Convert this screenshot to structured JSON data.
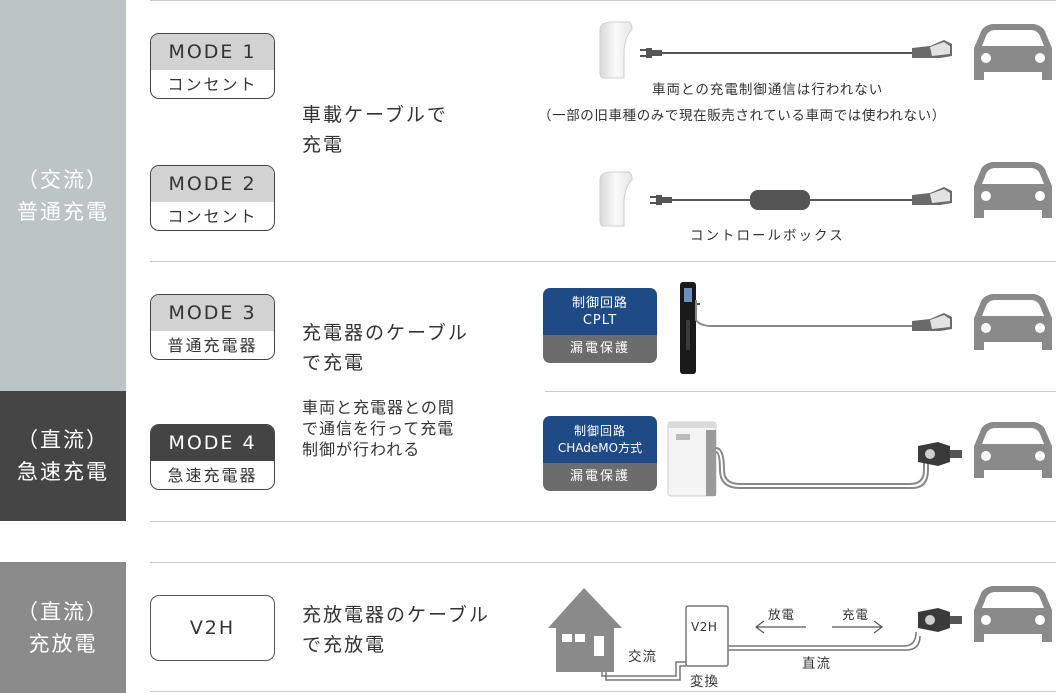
{
  "sides": {
    "normal": {
      "line1": "（交流）",
      "line2": "普通充電"
    },
    "quick": {
      "line1": "（直流）",
      "line2": "急速充電"
    },
    "v2h": {
      "line1": "（直流）",
      "line2": "充放電"
    }
  },
  "modes": {
    "mode1": {
      "title": "MODE 1",
      "sub": "コンセント"
    },
    "mode2": {
      "title": "MODE 2",
      "sub": "コンセント"
    },
    "mode3": {
      "title": "MODE 3",
      "sub": "普通充電器"
    },
    "mode4": {
      "title": "MODE 4",
      "sub": "急速充電器"
    },
    "v2h": {
      "title": "V2H"
    }
  },
  "descriptions": {
    "vehicle_cable": [
      "車載ケーブルで",
      "充電"
    ],
    "charger_cable": [
      "充電器のケーブル",
      "で充電"
    ],
    "communication": [
      "車両と充電器との間",
      "で通信を行って充電",
      "制御が行われる"
    ],
    "v2h_cable": [
      "充放電器のケーブル",
      "で充放電"
    ]
  },
  "annotations": {
    "no_comm": "車両との充電制御通信は行われない",
    "old_models": "（一部の旧車種のみで現在販売されている車両では使われない）",
    "control_box": "コントロールボックス"
  },
  "control_boxes": {
    "mode3": {
      "line1": "制御回路",
      "line2": "CPLT",
      "bottom": "漏電保護"
    },
    "mode4": {
      "line1": "制御回路",
      "line2": "CHAdeMO方式",
      "bottom": "漏電保護"
    }
  },
  "v2h_diagram": {
    "unit": "V2H",
    "ac": "交流",
    "convert": "変換",
    "dc": "直流",
    "discharge": "放電",
    "charge": "充電"
  },
  "colors": {
    "side_light": "#bdc4c5",
    "side_dark": "#454545",
    "side_gray": "#8b8b8b",
    "ctrl_blue": "#1e4a86",
    "ctrl_gray": "#6c6c6c",
    "car": "#8a8a8a"
  },
  "icons": [
    "wall-outlet-icon",
    "plug-icon",
    "connector-icon",
    "car-icon",
    "control-box-icon",
    "charger-stand-icon",
    "quick-charger-icon",
    "house-icon",
    "v2h-unit-icon"
  ]
}
